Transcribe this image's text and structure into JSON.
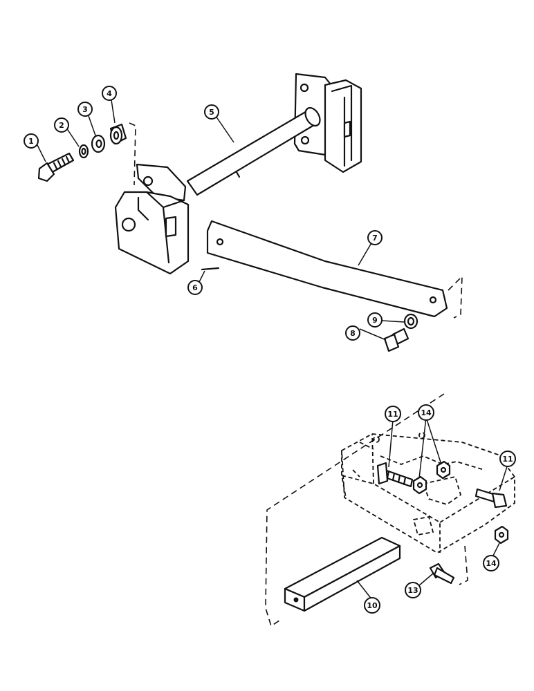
{
  "callouts": [
    {
      "id": "1",
      "label": "1"
    },
    {
      "id": "2",
      "label": "2"
    },
    {
      "id": "3",
      "label": "3"
    },
    {
      "id": "4",
      "label": "4"
    },
    {
      "id": "5",
      "label": "5"
    },
    {
      "id": "6",
      "label": "6"
    },
    {
      "id": "7",
      "label": "7"
    },
    {
      "id": "8",
      "label": "8"
    },
    {
      "id": "9",
      "label": "9"
    },
    {
      "id": "10",
      "label": "10"
    },
    {
      "id": "11a",
      "label": "11"
    },
    {
      "id": "11b",
      "label": "11"
    },
    {
      "id": "13",
      "label": "13"
    },
    {
      "id": "14a",
      "label": "14"
    },
    {
      "id": "14b",
      "label": "14"
    }
  ]
}
